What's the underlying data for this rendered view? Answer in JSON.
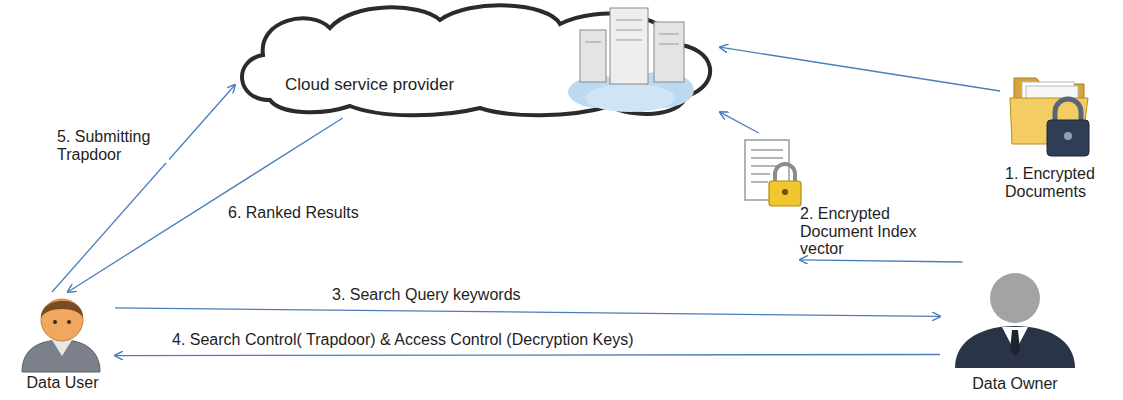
{
  "diagram": {
    "nodes": [
      {
        "text": [
          "Cloud service provider"
        ]
      },
      {
        "text": [
          "2. Encrypted Document Index vector"
        ]
      },
      {
        "text": [
          "1. Encrypted Documents"
        ]
      },
      {
        "text": [
          "Data User"
        ]
      },
      {
        "text": [
          "Data Owner"
        ]
      }
    ],
    "edges": [
      {
        "from": 4,
        "to": 1,
        "arrow": "to"
      },
      {
        "from": 1,
        "to": 0,
        "arrow": "to"
      },
      {
        "from": 2,
        "to": 0,
        "arrow": "to"
      },
      {
        "from": 3,
        "to": 0,
        "label": "5. Submitting Trapdoor",
        "arrow": "to"
      },
      {
        "from": 0,
        "to": 3,
        "label": "6. Ranked Results",
        "arrow": "to"
      },
      {
        "from": 3,
        "to": 4,
        "label": "3. Search Query keywords",
        "arrow": "to"
      },
      {
        "from": 4,
        "to": 3,
        "label": "4. Search Control( Trapdoor) & Access Control (Decryption Keys)",
        "arrow": "to"
      }
    ]
  }
}
